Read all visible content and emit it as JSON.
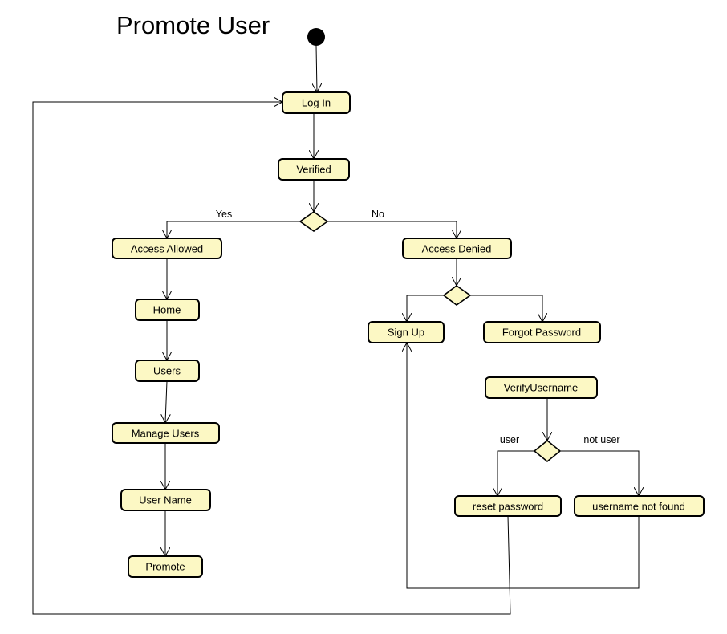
{
  "diagram": {
    "title": "Promote User",
    "colors": {
      "node_fill": "#fcf8c4",
      "node_stroke": "#000000",
      "edge": "#000000",
      "start": "#000000",
      "background": "#ffffff"
    },
    "nodes": {
      "login": "Log In",
      "verified": "Verified",
      "access_allowed": "Access Allowed",
      "access_denied": "Access Denied",
      "home": "Home",
      "users": "Users",
      "manage_users": "Manage Users",
      "user_name": "User Name",
      "promote": "Promote",
      "sign_up": "Sign Up",
      "forgot_password": "Forgot Password",
      "verify_username": "VerifyUsername",
      "reset_password": "reset password",
      "username_not_found": "username not found"
    },
    "edge_labels": {
      "yes": "Yes",
      "no": "No",
      "user": "user",
      "not_user": "not user"
    }
  }
}
